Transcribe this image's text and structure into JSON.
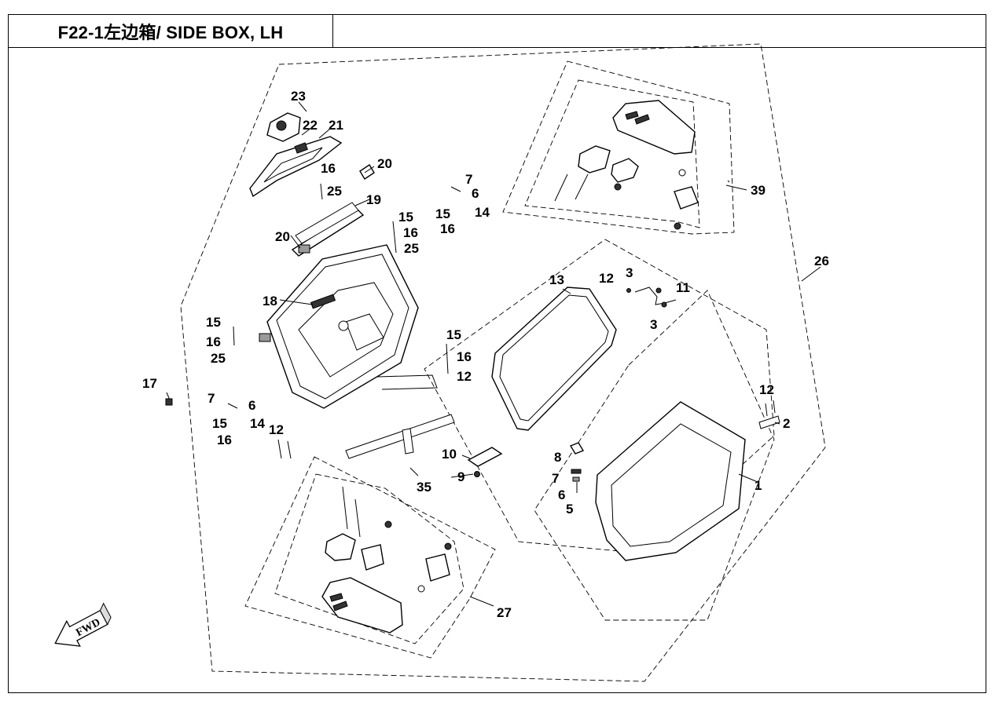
{
  "title": "F22-1左边箱/  SIDE BOX, LH",
  "fwd_label": "FWD",
  "callouts": {
    "c1": "1",
    "c2": "2",
    "c3a": "3",
    "c3b": "3",
    "c5": "5",
    "c6a": "6",
    "c6b": "6",
    "c6c": "6",
    "c7a": "7",
    "c7b": "7",
    "c7c": "7",
    "c8": "8",
    "c9": "9",
    "c10": "10",
    "c11": "11",
    "c12a": "12",
    "c12b": "12",
    "c12c": "12",
    "c12d": "12",
    "c13": "13",
    "c14a": "14",
    "c14b": "14",
    "c15a": "15",
    "c15b": "15",
    "c15c": "15",
    "c15d": "15",
    "c15e": "15",
    "c16a": "16",
    "c16b": "16",
    "c16c": "16",
    "c16d": "16",
    "c16e": "16",
    "c16f": "16",
    "c17": "17",
    "c18": "18",
    "c19": "19",
    "c20a": "20",
    "c20b": "20",
    "c21": "21",
    "c22": "22",
    "c23": "23",
    "c25a": "25",
    "c25b": "25",
    "c25c": "25",
    "c26": "26",
    "c27": "27",
    "c35": "35",
    "c39": "39"
  }
}
